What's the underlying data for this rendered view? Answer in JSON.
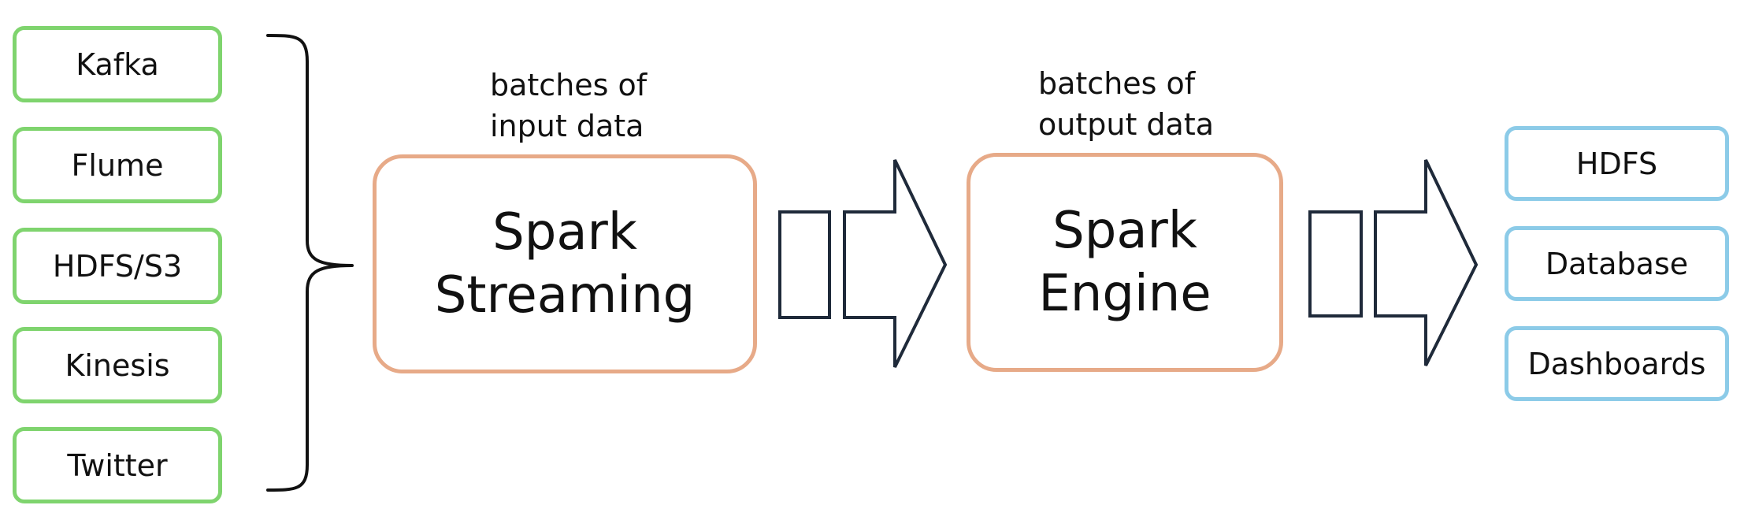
{
  "sources": [
    "Kafka",
    "Flume",
    "HDFS/S3",
    "Kinesis",
    "Twitter"
  ],
  "streaming": {
    "caption_line1": "batches of",
    "caption_line2": "input data",
    "title_line1": "Spark",
    "title_line2": "Streaming"
  },
  "engine": {
    "caption_line1": "batches of",
    "caption_line2": "output data",
    "title_line1": "Spark",
    "title_line2": "Engine"
  },
  "sinks": [
    "HDFS",
    "Database",
    "Dashboards"
  ],
  "colors": {
    "source_border": "#7fd46e",
    "engine_border": "#e7aa88",
    "sink_border": "#8ccbe8",
    "arrow_stroke": "#1f2a3a"
  }
}
